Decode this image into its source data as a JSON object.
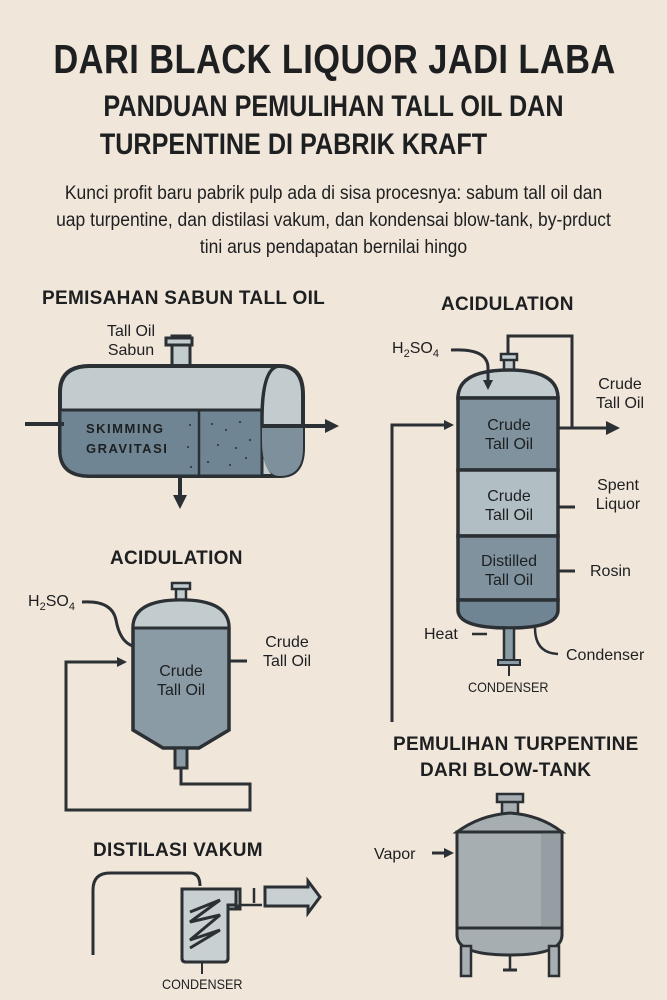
{
  "title": "DARI BLACK LIQUOR JADI LABA",
  "subtitle_line1": "PANDUAN PEMULIHAN TALL OIL DAN",
  "subtitle_line2": "TURPENTINE DI PABRIK KRAFT",
  "intro_text": "Kunci profit baru pabrik pulp ada di sisa procesnya: sabum tall oil dan uap turpentine, dan distilasi  vakum, dan kondensai blow-tank, by-prduct tini arus pendapatan bernilai hingo",
  "colors": {
    "background": "#f1e6da",
    "stroke": "#2b3034",
    "liquid_dark": "#6f8593",
    "liquid_mid": "#8a9ba5",
    "gas_light": "#c2cccf",
    "tank_grey": "#a6aeb1"
  },
  "sections": {
    "soap_separation": {
      "heading": "PEMISAHAN SABUN TALL OIL",
      "label_top_line1": "Tall Oil",
      "label_top_line2": "Sabun",
      "zone_line1": "SKIMMING",
      "zone_line2": "GRAVITASI"
    },
    "acidulation_small": {
      "heading": "ACIDULATION",
      "acid_label": "H",
      "acid_sub": "2",
      "acid_mid": "SO",
      "acid_sub2": "4",
      "content_line1": "Crude",
      "content_line2": "Tall Oil",
      "output_line1": "Crude",
      "output_line2": "Tall Oil"
    },
    "acidulation_column": {
      "heading": "ACIDULATION",
      "acid_label": "H",
      "acid_sub": "2",
      "acid_mid": "SO",
      "acid_sub2": "4",
      "layers": [
        {
          "line1": "Crude",
          "line2": "Tall Oil"
        },
        {
          "line1": "Crude",
          "line2": "Tall Oil"
        },
        {
          "line1": "Distilled",
          "line2": "Tall Oil"
        }
      ],
      "outputs": [
        {
          "line1": "Crude",
          "line2": "Tall Oil"
        },
        {
          "line1": "Spent",
          "line2": "Liquor"
        },
        {
          "line1": "Rosin",
          "line2": ""
        }
      ],
      "heat_label": "Heat",
      "condenser_side_label": "Condenser",
      "condenser_bottom_label": "CONDENSER"
    },
    "vacuum_distillation": {
      "heading": "DISTILASI VAKUM",
      "condenser_label": "CONDENSER"
    },
    "turpentine_recovery": {
      "heading_line1": "PEMULIHAN TURPENTINE",
      "heading_line2": "DARI BLOW-TANK",
      "vapor_label": "Vapor"
    }
  }
}
